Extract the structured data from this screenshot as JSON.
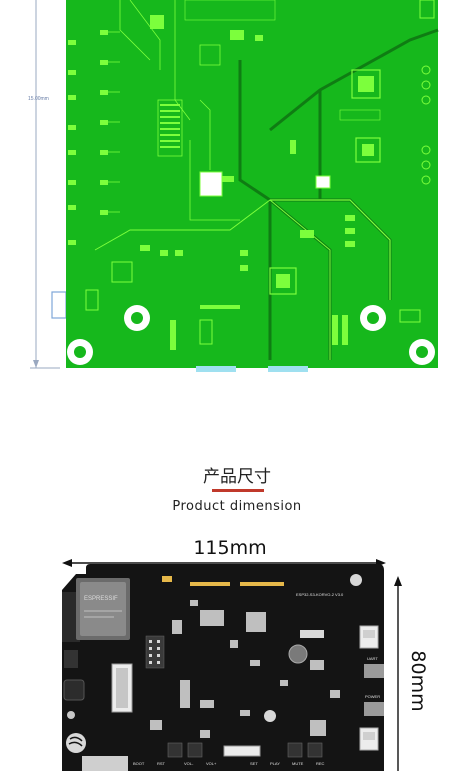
{
  "pcb_layout": {
    "height_annotation": "15.00mm"
  },
  "dimension_section": {
    "title": "产品尺寸",
    "subtitle": "Product dimension",
    "width": "115mm",
    "height": "80mm"
  },
  "board": {
    "module_brand": "ESPRESSIF",
    "board_name": "ESP32-S3-KORVO-2 V3.0",
    "silk_uart": "UART",
    "silk_power": "POWER",
    "silk_buttons": [
      "BOOT",
      "RST",
      "VOL-",
      "VOL+",
      "SET",
      "PLAY",
      "MUTE",
      "REC"
    ]
  },
  "colors": {
    "pcb_green": "#19c21f",
    "pcb_bright": "#7cff3c",
    "board_black": "#141414",
    "accent_red": "#c0392b"
  }
}
